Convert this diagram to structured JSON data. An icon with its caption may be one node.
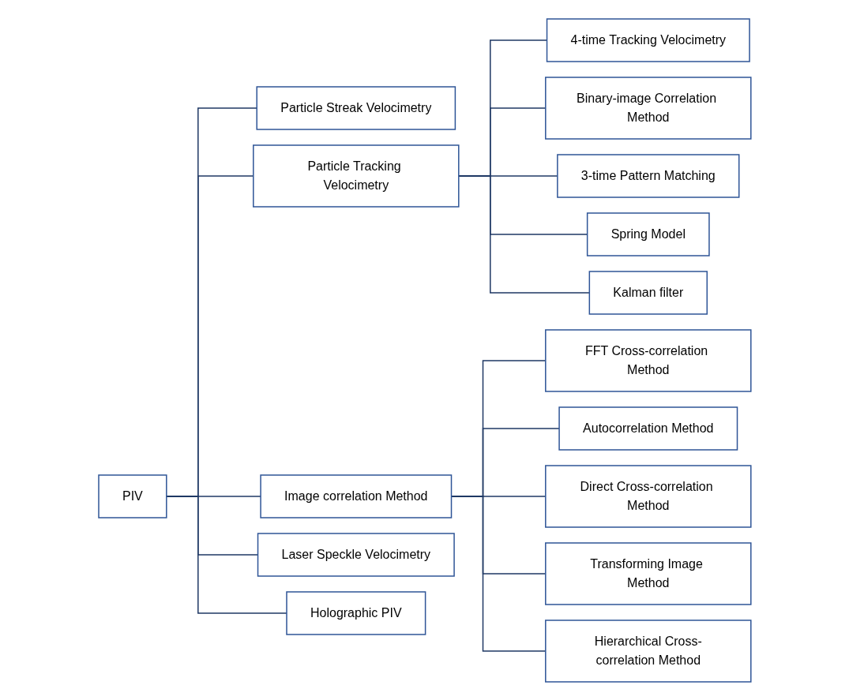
{
  "diagram": {
    "nodes": [
      {
        "text": [
          "PIV"
        ]
      },
      {
        "text": [
          "Particle Streak Velocimetry"
        ]
      },
      {
        "text": [
          "Particle Tracking Velocimetry"
        ]
      },
      {
        "text": [
          "4-time Tracking Velocimetry"
        ]
      },
      {
        "text": [
          "Binary-image Correlation Method"
        ]
      },
      {
        "text": [
          "3-time Pattern Matching"
        ]
      },
      {
        "text": [
          "Spring Model"
        ]
      },
      {
        "text": [
          "Kalman filter"
        ]
      },
      {
        "text": [
          "Image correlation Method"
        ]
      },
      {
        "text": [
          "FFT Cross-correlation Method"
        ]
      },
      {
        "text": [
          "Autocorrelation Method"
        ]
      },
      {
        "text": [
          "Direct Cross-correlation Method"
        ]
      },
      {
        "text": [
          "Transforming Image Method"
        ]
      },
      {
        "text": [
          "Hierarchical Cross-correlation Method"
        ]
      },
      {
        "text": [
          "Laser Speckle Velocimetry"
        ]
      },
      {
        "text": [
          "Holographic PIV"
        ]
      }
    ],
    "edges": [
      {
        "from": 0,
        "to": 1,
        "arrow": "none"
      },
      {
        "from": 0,
        "to": 2,
        "arrow": "none"
      },
      {
        "from": 0,
        "to": 8,
        "arrow": "none"
      },
      {
        "from": 0,
        "to": 14,
        "arrow": "none"
      },
      {
        "from": 0,
        "to": 15,
        "arrow": "none"
      },
      {
        "from": 2,
        "to": 3,
        "arrow": "none"
      },
      {
        "from": 2,
        "to": 4,
        "arrow": "none"
      },
      {
        "from": 2,
        "to": 5,
        "arrow": "none"
      },
      {
        "from": 2,
        "to": 6,
        "arrow": "none"
      },
      {
        "from": 2,
        "to": 7,
        "arrow": "none"
      },
      {
        "from": 8,
        "to": 9,
        "arrow": "none"
      },
      {
        "from": 8,
        "to": 10,
        "arrow": "none"
      },
      {
        "from": 8,
        "to": 11,
        "arrow": "none"
      },
      {
        "from": 8,
        "to": 12,
        "arrow": "none"
      },
      {
        "from": 8,
        "to": 13,
        "arrow": "none"
      }
    ]
  }
}
